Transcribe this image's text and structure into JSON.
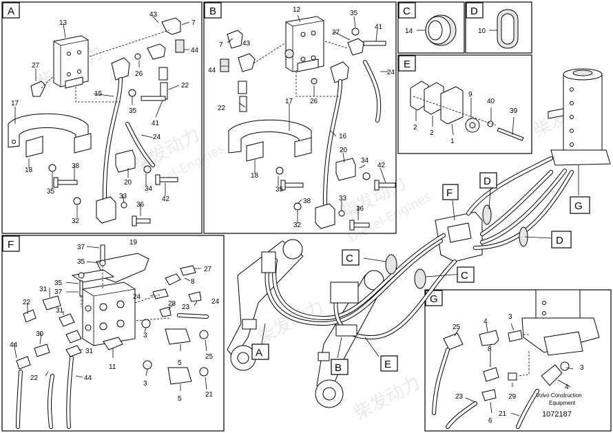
{
  "panels": {
    "A": {
      "label": "A",
      "callouts": [
        "13",
        "43",
        "7",
        "44",
        "27",
        "26",
        "22",
        "15",
        "35",
        "41",
        "17",
        "24",
        "18",
        "38",
        "20",
        "34",
        "42",
        "35",
        "33",
        "36",
        "32"
      ]
    },
    "B": {
      "label": "B",
      "callouts": [
        "12",
        "35",
        "41",
        "27",
        "7",
        "43",
        "44",
        "24",
        "22",
        "26",
        "17",
        "16",
        "20",
        "34",
        "42",
        "18",
        "35",
        "38",
        "33",
        "36",
        "32"
      ]
    },
    "C": {
      "label": "C",
      "callouts": [
        "14"
      ]
    },
    "D": {
      "label": "D",
      "callouts": [
        "10"
      ]
    },
    "E": {
      "label": "E",
      "callouts": [
        "9",
        "40",
        "39",
        "2",
        "2",
        "1"
      ]
    },
    "F": {
      "label": "F",
      "callouts": [
        "37",
        "19",
        "35",
        "27",
        "8",
        "35",
        "37",
        "31",
        "24",
        "22",
        "28",
        "24",
        "31",
        "23",
        "3",
        "44",
        "30",
        "31",
        "5",
        "25",
        "11",
        "22",
        "44",
        "3",
        "5",
        "21"
      ]
    },
    "G": {
      "label": "G",
      "callouts": [
        "25",
        "4",
        "3",
        "8",
        "3",
        "29",
        "4",
        "23",
        "6",
        "21"
      ]
    }
  },
  "overview_labels": [
    "F",
    "D",
    "G",
    "C",
    "D",
    "C",
    "A",
    "B",
    "E"
  ],
  "credit": {
    "line1": "Volvo Construction",
    "line2": "Equipment",
    "number": "1072187"
  },
  "watermark": {
    "cn": "柴发动力",
    "en": "Diesel-Engines"
  }
}
